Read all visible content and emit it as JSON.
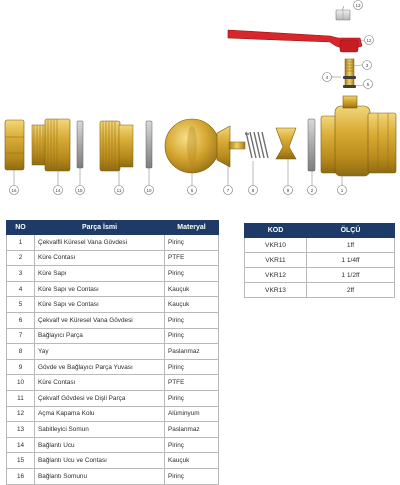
{
  "diagram": {
    "callouts": [
      "1",
      "2",
      "3",
      "4",
      "5",
      "6",
      "7",
      "8",
      "9",
      "10",
      "11",
      "12",
      "13",
      "14",
      "15",
      "16"
    ]
  },
  "parts_table": {
    "headers": [
      "NO",
      "Parça İsmi",
      "Materyal"
    ],
    "rows": [
      {
        "no": "1",
        "name": "Çekvalfli Küresel Vana Gövdesi",
        "material": "Pirinç"
      },
      {
        "no": "2",
        "name": "Küre Contası",
        "material": "PTFE"
      },
      {
        "no": "3",
        "name": "Küre Sapı",
        "material": "Pirinç"
      },
      {
        "no": "4",
        "name": "Küre Sapı ve Contası",
        "material": "Kauçuk"
      },
      {
        "no": "5",
        "name": "Küre Sapı ve Contası",
        "material": "Kauçuk"
      },
      {
        "no": "6",
        "name": "Çekvalf ve Küresel Vana Gövdesi",
        "material": "Pirinç"
      },
      {
        "no": "7",
        "name": "Bağlayıcı Parça",
        "material": "Pirinç"
      },
      {
        "no": "8",
        "name": "Yay",
        "material": "Paslanmaz"
      },
      {
        "no": "9",
        "name": "Gövde ve Bağlayıcı Parça Yuvası",
        "material": "Pirinç"
      },
      {
        "no": "10",
        "name": "Küre Contası",
        "material": "PTFE"
      },
      {
        "no": "11",
        "name": "Çekvalf Gövdesi ve Dişli Parça",
        "material": "Pirinç"
      },
      {
        "no": "12",
        "name": "Açma Kapama Kolu",
        "material": "Alüminyum"
      },
      {
        "no": "13",
        "name": "Sabitleyici Somun",
        "material": "Paslanmaz"
      },
      {
        "no": "14",
        "name": "Bağlantı Ucu",
        "material": "Pirinç"
      },
      {
        "no": "15",
        "name": "Bağlantı Ucu ve Contası",
        "material": "Kauçuk"
      },
      {
        "no": "16",
        "name": "Bağlantı Somunu",
        "material": "Pirinç"
      }
    ]
  },
  "size_table": {
    "headers": [
      "KOD",
      "ÖLÇÜ"
    ],
    "rows": [
      {
        "kod": "VKR10",
        "olcu": "1ff"
      },
      {
        "kod": "VKR11",
        "olcu": "1 1/4ff"
      },
      {
        "kod": "VKR12",
        "olcu": "1 1/2ff"
      },
      {
        "kod": "VKR13",
        "olcu": "2ff"
      }
    ]
  },
  "colors": {
    "header_bg": "#1e3a66",
    "brass": "#c9a12c",
    "handle_red": "#d8262b"
  }
}
